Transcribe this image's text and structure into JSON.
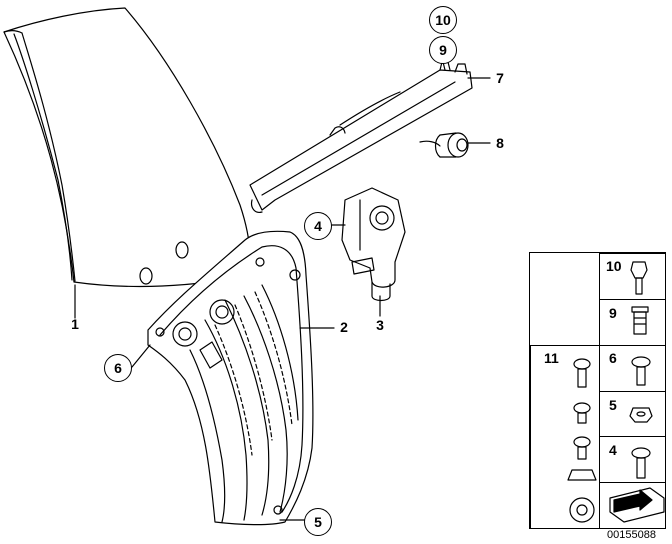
{
  "callouts": {
    "c1": "1",
    "c2": "2",
    "c3": "3",
    "c4": "4",
    "c5": "5",
    "c6": "6",
    "c7": "7",
    "c8": "8",
    "c9": "9",
    "c10": "10"
  },
  "parts_table": {
    "n10": "10",
    "n9": "9",
    "n11": "11",
    "n6": "6",
    "n5": "5",
    "n4": "4"
  },
  "diagram_code": "00155088"
}
